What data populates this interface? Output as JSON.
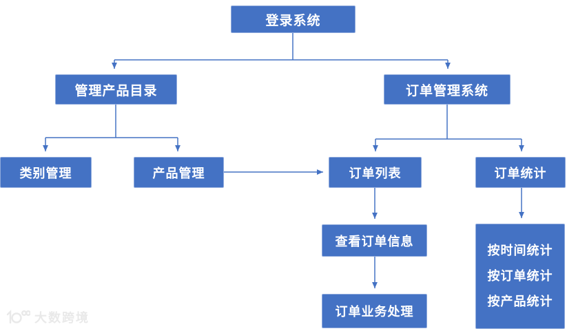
{
  "diagram": {
    "title_hint": "order-management-system-flowchart",
    "nodes": {
      "login": {
        "label": "登录系统"
      },
      "catalog": {
        "label": "管理产品目录"
      },
      "order_system": {
        "label": "订单管理系统"
      },
      "category_mgmt": {
        "label": "类别管理"
      },
      "product_mgmt": {
        "label": "产品管理"
      },
      "order_list": {
        "label": "订单列表"
      },
      "order_stats": {
        "label": "订单统计"
      },
      "view_order_info": {
        "label": "查看订单信息"
      },
      "order_processing": {
        "label": "订单业务处理"
      },
      "order_stats_detail": {
        "lines": [
          "按时间统计",
          "按订单统计",
          "按产品统计"
        ]
      }
    },
    "edges": [
      {
        "from": "login",
        "to": "catalog"
      },
      {
        "from": "login",
        "to": "order_system"
      },
      {
        "from": "catalog",
        "to": "category_mgmt"
      },
      {
        "from": "catalog",
        "to": "product_mgmt"
      },
      {
        "from": "order_system",
        "to": "order_list"
      },
      {
        "from": "order_system",
        "to": "order_stats"
      },
      {
        "from": "product_mgmt",
        "to": "order_list"
      },
      {
        "from": "order_list",
        "to": "view_order_info"
      },
      {
        "from": "view_order_info",
        "to": "order_processing"
      },
      {
        "from": "order_stats",
        "to": "order_stats_detail"
      }
    ],
    "colors": {
      "node_fill": "#4472C4",
      "node_border": "#8FAADC",
      "node_text": "#FFFFFF",
      "connector": "#4472C4",
      "watermark": "#E9E9E9"
    }
  },
  "watermark": {
    "text": "大数跨境"
  }
}
